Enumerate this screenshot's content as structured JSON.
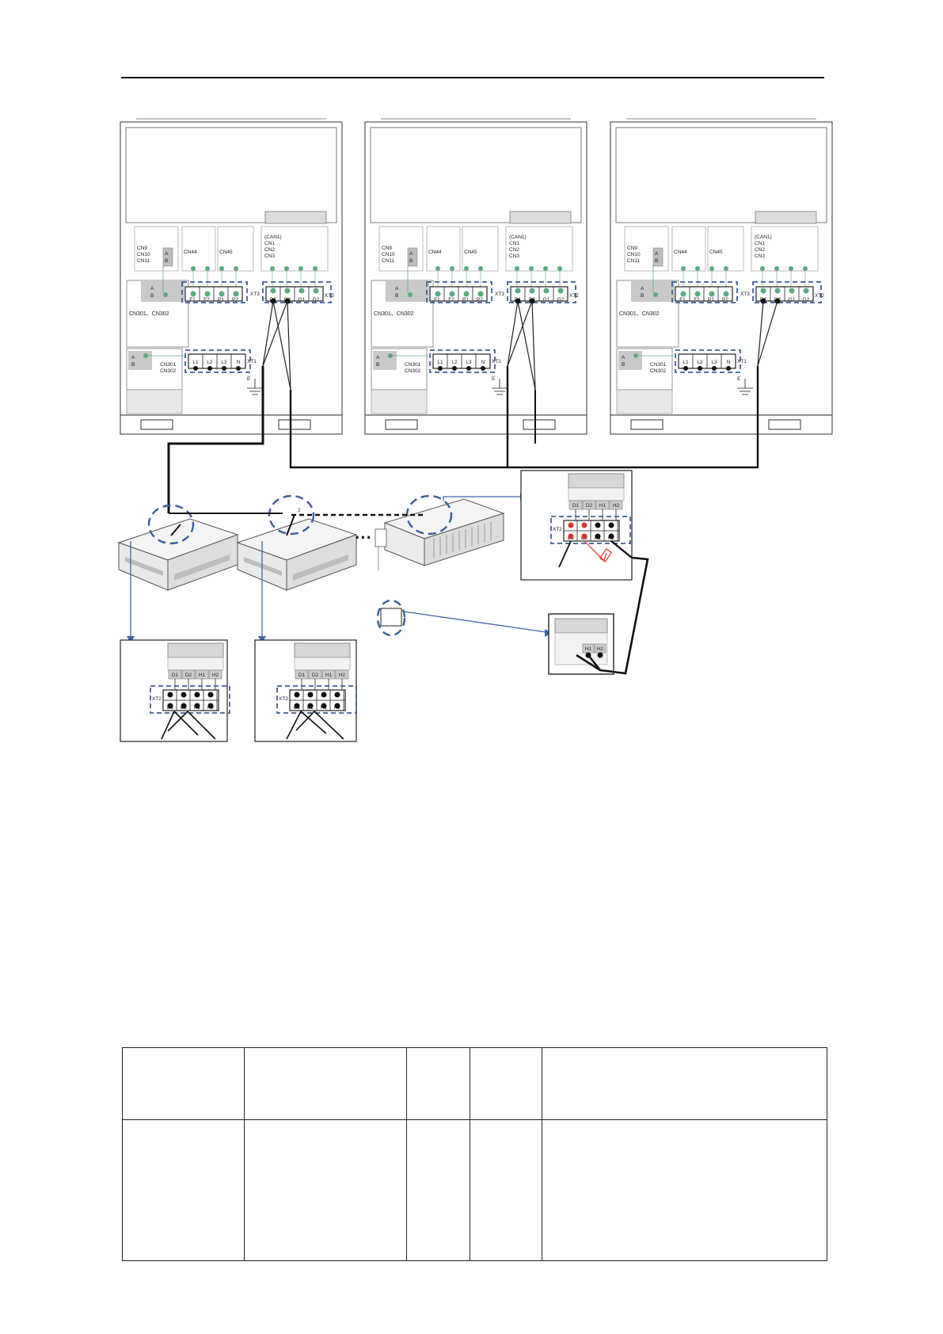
{
  "outdoor_units": [
    {
      "cn_group": [
        "CN9",
        "CN10",
        "CN11"
      ],
      "ab_labels": [
        "A",
        "B"
      ],
      "cn44": "CN44",
      "cn45": "CN45",
      "can_group": [
        "(CAN1)",
        "CN1",
        "CN2",
        "CN3"
      ],
      "xt3_terminals": [
        "F1",
        "F2",
        "P1",
        "P2"
      ],
      "xt3_label": "XT3",
      "xt2_terminals": [
        "D1",
        "D2",
        "G1",
        "G2"
      ],
      "xt2_label": "XT2",
      "cn301_line": "CN301、CN302",
      "cn301_small": [
        "CN301",
        "CN302"
      ],
      "xt1_terminals": [
        "L1",
        "L2",
        "L3",
        "N"
      ],
      "xt1_label": "XT1",
      "earth_label": "E"
    },
    {
      "cn_group": [
        "CN9",
        "CN10",
        "CN11"
      ],
      "ab_labels": [
        "A",
        "B"
      ],
      "cn44": "CN44",
      "cn45": "CN45",
      "can_group": [
        "(CAN1)",
        "CN1",
        "CN2",
        "CN3"
      ],
      "xt3_terminals": [
        "F1",
        "F2",
        "P1",
        "P2"
      ],
      "xt3_label": "XT3",
      "xt2_terminals": [
        "D1",
        "D2",
        "G1",
        "G2"
      ],
      "xt2_label": "XT2",
      "cn301_line": "CN301、CN302",
      "cn301_small": [
        "CN301",
        "CN302"
      ],
      "xt1_terminals": [
        "L1",
        "L2",
        "L3",
        "N"
      ],
      "xt1_label": "XT1",
      "earth_label": "E"
    },
    {
      "cn_group": [
        "CN9",
        "CN10",
        "CN11"
      ],
      "ab_labels": [
        "A",
        "B"
      ],
      "cn44": "CN44",
      "cn45": "CN45",
      "can_group": [
        "(CAN1)",
        "CN1",
        "CN2",
        "CN3"
      ],
      "xt3_terminals": [
        "F1",
        "F2",
        "P1",
        "P2"
      ],
      "xt3_label": "XT3",
      "xt2_terminals": [
        "D1",
        "D2",
        "G1",
        "G2"
      ],
      "xt2_label": "XT2",
      "cn301_line": "CN301、CN302",
      "cn301_small": [
        "CN301",
        "CN302"
      ],
      "xt1_terminals": [
        "L1",
        "L2",
        "L3",
        "N"
      ],
      "xt1_label": "XT1",
      "earth_label": "E"
    }
  ],
  "indoor_boards": {
    "top_terminals": [
      "D1",
      "D2",
      "H1",
      "H2"
    ],
    "bottom_terminals": [
      "D1",
      "D2",
      "H1",
      "H2"
    ],
    "xt2_label": "XT2"
  },
  "wired_controller": {
    "terminals": [
      "H1",
      "H2"
    ]
  },
  "indoor_ellipsis": "···",
  "indoor_marker": "2",
  "colors": {
    "terminal_dot": "#5aab7f",
    "dashed_box": "#3d5f95",
    "arrow": "#3f67a8",
    "jumper_red": "#d9342b",
    "wire": "#111111",
    "panel_gray": "#d7d7d7"
  }
}
